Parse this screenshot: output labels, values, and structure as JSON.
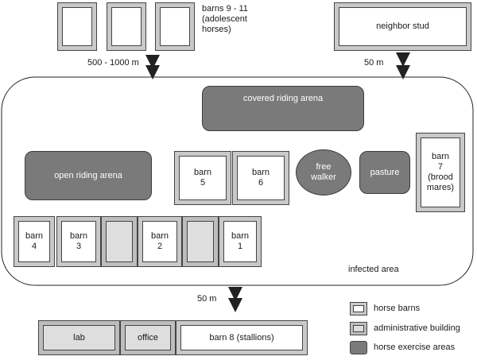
{
  "diagram": {
    "top": {
      "adolescent_barns_label": "barns 9 - 11\n(adolescent\nhorses)",
      "neighbor_stud_label": "neighbor stud",
      "distance_left": "500 - 1000 m",
      "distance_right": "50 m"
    },
    "infected_area": {
      "label": "infected area",
      "covered_arena": "covered riding arena",
      "open_arena": "open riding arena",
      "barn5": "barn\n5",
      "barn6": "barn\n6",
      "free_walker": "free\nwalker",
      "pasture": "pasture",
      "barn7": "barn\n7\n(brood\nmares)",
      "barn4": "barn\n4",
      "barn3": "barn\n3",
      "barn2": "barn\n2",
      "barn1": "barn\n1"
    },
    "bottom": {
      "distance": "50 m",
      "lab": "lab",
      "office": "office",
      "barn8": "barn 8 (stallions)"
    },
    "legend": {
      "horse_barns": "horse barns",
      "administrative": "administrative building",
      "exercise": "horse exercise areas"
    },
    "colors": {
      "barn_fill": "#ffffff",
      "admin_fill": "#dedede",
      "exercise_fill": "#7a7a7a"
    }
  }
}
